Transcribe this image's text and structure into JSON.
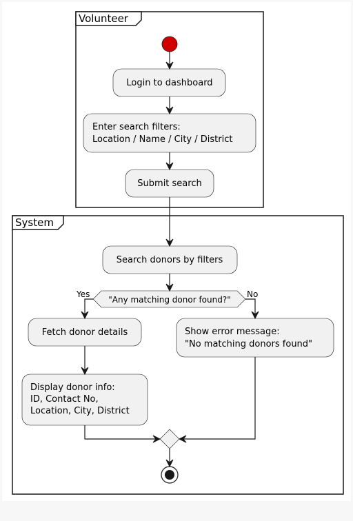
{
  "colors": {
    "start_node": "#d00000",
    "node_fill": "#f1f1f1",
    "line": "#181818"
  },
  "swimlanes": {
    "volunteer": "Volunteer",
    "system": "System"
  },
  "activities": {
    "login": "Login to dashboard",
    "filters_line1": "Enter search filters:",
    "filters_line2": "Location / Name / City / District",
    "submit": "Submit search",
    "search_donors": "Search donors by filters",
    "fetch_details": "Fetch donor details",
    "display_line1": "Display donor info:",
    "display_line2": "ID, Contact No,",
    "display_line3": "Location, City, District",
    "error_line1": "Show error message:",
    "error_line2": "\"No matching donors found\""
  },
  "decision": {
    "question": "\"Any matching donor found?\"",
    "yes": "Yes",
    "no": "No"
  }
}
